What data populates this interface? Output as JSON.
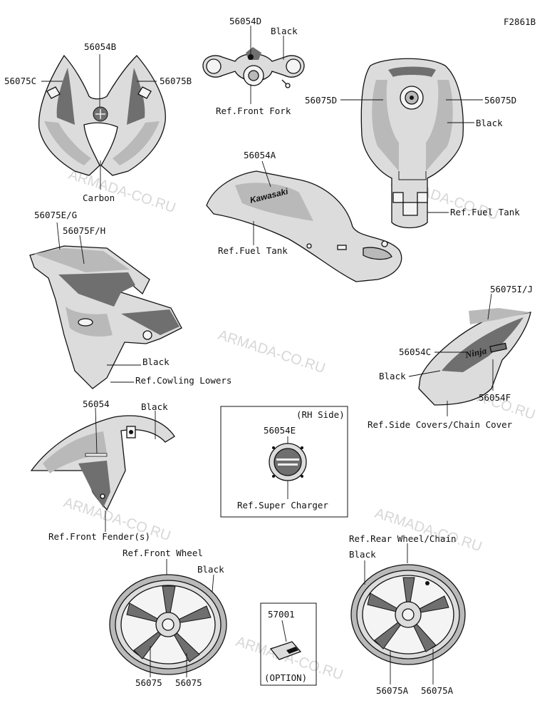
{
  "figure_code": "F2861B",
  "watermarks": [
    "ARMADA-CO.RU",
    "ARMADA-CO.RU",
    "ARMADA-CO.RU",
    "ARMADA-CO.RU",
    "ARMADA-CO.RU",
    "ARMADA-CO.RU",
    "ARMADA-CO.RU"
  ],
  "labels": {
    "l56075c": "56075C",
    "l56054b": "56054B",
    "l56075b": "56075B",
    "carbon": "Carbon",
    "l56054d": "56054D",
    "black_fork": "Black",
    "ref_front_fork": "Ref.Front Fork",
    "l56075d_l": "56075D",
    "l56075d_r": "56075D",
    "black_tank": "Black",
    "ref_fuel_tank_r": "Ref.Fuel Tank",
    "l56054a": "56054A",
    "ref_fuel_tank": "Ref.Fuel Tank",
    "l56075eg": "56075E/G",
    "l56075fh": "56075F/H",
    "black_cowl": "Black",
    "ref_cowling": "Ref.Cowling Lowers",
    "l56075ij": "56075I/J",
    "l56054c": "56054C",
    "black_side": "Black",
    "l56054f": "56054F",
    "ref_side_covers": "Ref.Side Covers/Chain Cover",
    "l56054": "56054",
    "black_fender": "Black",
    "ref_front_fender": "Ref.Front Fender(s)",
    "rh_side": "(RH Side)",
    "l56054e": "56054E",
    "ref_super_charger": "Ref.Super Charger",
    "ref_front_wheel": "Ref.Front Wheel",
    "black_fwheel": "Black",
    "l56075_a": "56075",
    "l56075_b": "56075",
    "ref_rear_wheel": "Ref.Rear Wheel/Chain",
    "black_rwheel": "Black",
    "l57001": "57001",
    "option": "(OPTION)",
    "l56075a_a": "56075A",
    "l56075a_b": "56075A"
  },
  "decals": {
    "kawasaki": "Kawasaki",
    "ninja": "Ninja"
  }
}
